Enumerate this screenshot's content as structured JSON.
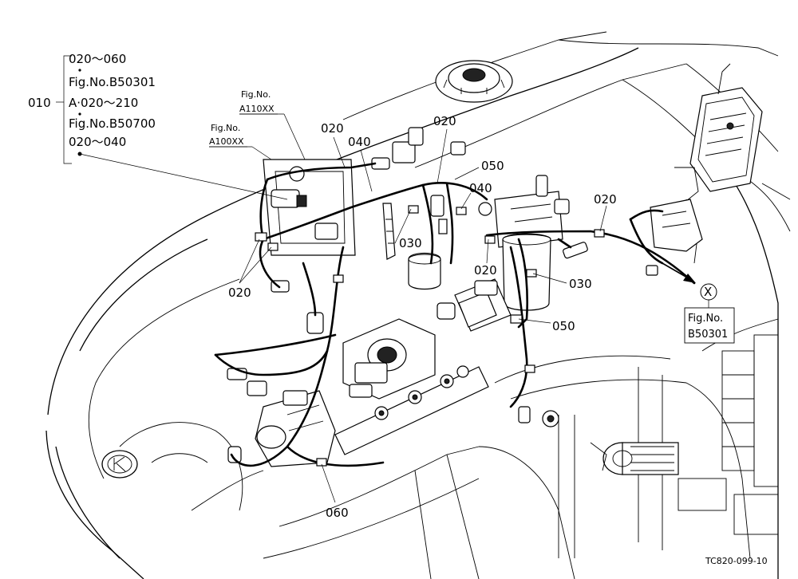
{
  "callouts": {
    "main_ref": "010",
    "ref_lines": [
      "020～060",
      "Fig.No.B50301",
      "A·020～210",
      "Fig.No.B50700",
      "020～040"
    ],
    "fig_a110_line1": "Fig.No.",
    "fig_a110_line2": "A110XX",
    "fig_a100_line1": "Fig.No.",
    "fig_a100_line2": "A100XX",
    "lbl_020_a": "020",
    "lbl_040_a": "040",
    "lbl_020_b": "020",
    "lbl_050_a": "050",
    "lbl_040_b": "040",
    "lbl_020_c": "020",
    "lbl_030_a": "030",
    "lbl_020_d": "020",
    "lbl_030_b": "030",
    "lbl_020_e": "020",
    "lbl_050_b": "050",
    "lbl_060": "060",
    "circle_x": "X",
    "fig_b50301_line1": "Fig.No.",
    "fig_b50301_line2": "B50301",
    "drawing_code": "TC820-099-10"
  }
}
